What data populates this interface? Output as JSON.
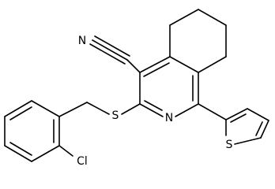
{
  "molecule": {
    "atoms": {
      "N_nitrile": "N",
      "S_thioether": "S",
      "N_ring": "N",
      "S_thiophene": "S",
      "Cl": "Cl"
    }
  },
  "colors": {
    "bond": "#000000",
    "label": "#000000",
    "background": "#ffffff"
  }
}
